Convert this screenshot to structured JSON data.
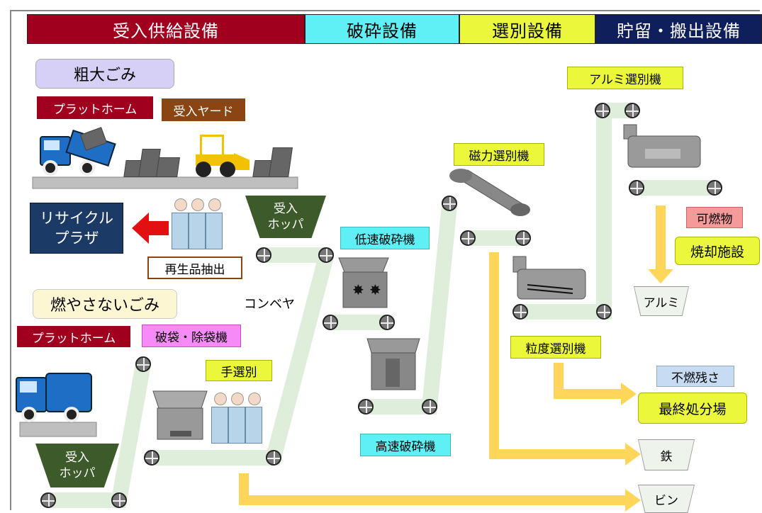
{
  "header": {
    "sections": [
      {
        "label": "受入供給設備",
        "bg": "#a0001e",
        "color": "#ffffff"
      },
      {
        "label": "破砕設備",
        "bg": "#5ff0f6",
        "color": "#000000"
      },
      {
        "label": "選別設備",
        "bg": "#eaf73a",
        "color": "#000000"
      },
      {
        "label": "貯留・搬出設備",
        "bg": "#0f1f5c",
        "color": "#ffffff"
      }
    ]
  },
  "bulky": {
    "title": "粗大ごみ",
    "platform": "プラットホーム",
    "yard": "受入ヤード"
  },
  "recycle": {
    "plaza": "リサイクルプラザ",
    "extraction": "再生品抽出"
  },
  "incombustible": {
    "title": "燃やさないごみ",
    "platform": "プラットホーム",
    "bag_breaker": "破袋・除袋機"
  },
  "hoppers": {
    "upper": "受入ホッパ",
    "lower": "受入ホッパ"
  },
  "conveyor": "コンベヤ",
  "hand_sort": "手選別",
  "low_speed_crusher": "低速破砕機",
  "high_speed_crusher": "高速破砕機",
  "magnetic_separator": "磁力選別機",
  "aluminum_separator": "アルミ選別機",
  "size_separator": "粒度選別機",
  "outputs": {
    "combustible": "可燃物",
    "incinerator": "焼却施設",
    "aluminum": "アルミ",
    "incombustible_residue": "不燃残さ",
    "final_disposal": "最終処分場",
    "iron": "鉄",
    "bottles": "ビン"
  },
  "colors": {
    "conveyor_belt": "#dfeedb",
    "flow_arrow": "#ffd659",
    "red_arrow": "#e21010"
  }
}
